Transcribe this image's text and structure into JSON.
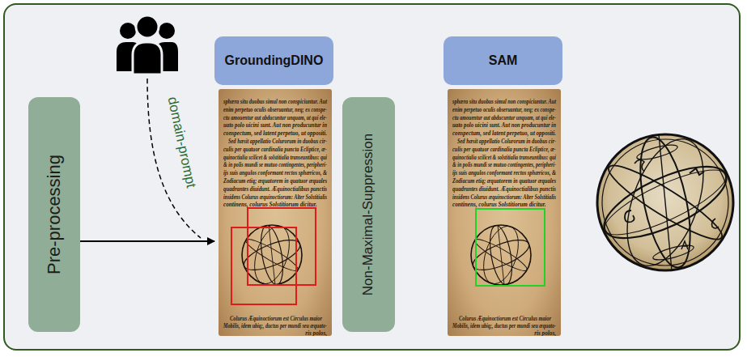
{
  "diagram": {
    "nodes": [
      {
        "text": [
          "Pre-processing"
        ]
      },
      {
        "text": [
          "GroundingDINO"
        ]
      },
      {
        "text": [
          "Non-Maximal-Suppression"
        ]
      },
      {
        "text": [
          "SAM"
        ]
      }
    ],
    "edges": [
      {
        "from": 0,
        "to": 1,
        "arrow": "to"
      }
    ],
    "labels": [
      "domain-prompt",
      "sphæra situ duobus simul non conspiciuntur. Aut",
      "enim perpetuo oculis obseruantur, neq; ex conspe-",
      "ctu amouentur aut abducuntur unquam, ut qui ele-",
      "uato polo uicini sunt. Aut non producuntur in",
      "conspectum, sed latent perpetuo, ut oppositi.",
      "Sed hæsit appellatio Colurorum in duobus cir-",
      "culis per quatuor cardinalia puncta Ecliptice, æ-",
      "quinoctialia scilicet & solstitialia transeuntibus: qui",
      "& in polis mundi se mutuo contingentes, peripheri-",
      "ijs suis angulos conformant rectos sphæricos, &",
      "Zodiacum etiq; æquatorem in quatuor æquales",
      "quadrantes diuidunt. Æquinoctialibus punctis",
      "insidens Colurus æquinoctiorum: Alter Solstitialis",
      "continens, colurus Solstitiorum dicitur.",
      "Colurus Æquinoctiorum est Circulus maior",
      "Mobilis, idem ubiq;, ductus per mundi seu æquato-",
      "ris polos,",
      "sphæra situ duobus simul non conspiciuntur. Aut",
      "enim perpetuo oculis obseruantur, neq; ex conspe-",
      "ctu amouentur aut abducuntur unquam, ut qui ele-",
      "uato polo uicini sunt. Aut non producuntur in",
      "conspectum, sed latent perpetuo, ut oppositi.",
      "Sed hæsit appellatio Colurorum in duobus cir-",
      "culis per quatuor cardinalia puncta Ecliptice, æ-",
      "quinoctialia scilicet & solstitialia transeuntibus: qui",
      "& in polis mundi se mutuo contingentes, peripheri-",
      "ijs suis angulos conformant rectos sphæricos, &",
      "Zodiacum etiq; æquatorem in quatuor æquales",
      "quadrantes diuidunt. Æquinoctialibus punctis",
      "insidens Colurus æquinoctiorum: Alter Solstitialis",
      "continens, colurus Solstitiorum dicitur.",
      "Colurus Æquinoctiorum est Circulus maior",
      "Mobilis, idem ubiq;, ductus per mundi seu æquato-",
      "ris polos,"
    ]
  }
}
